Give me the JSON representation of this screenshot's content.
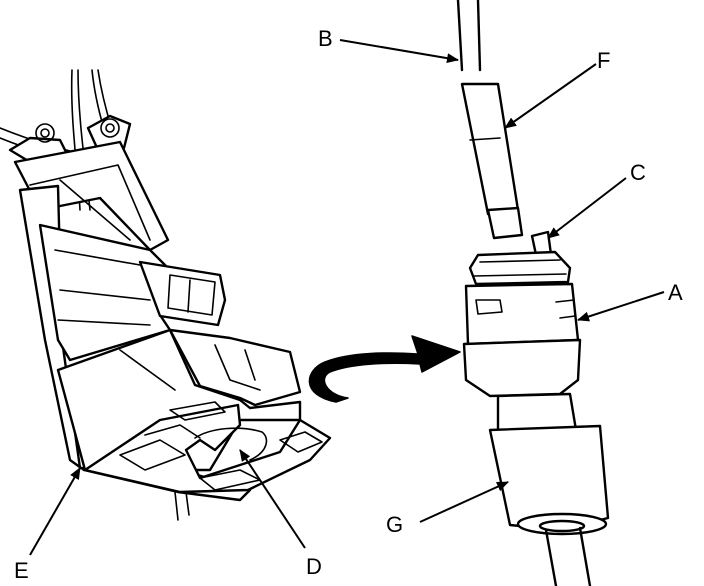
{
  "callouts": {
    "a": "A",
    "b": "B",
    "c": "C",
    "d": "D",
    "e": "E",
    "f": "F",
    "g": "G"
  },
  "icons": [
    "rotation-arrow-icon"
  ],
  "colors": {
    "line": "#000000",
    "background": "#ffffff"
  }
}
